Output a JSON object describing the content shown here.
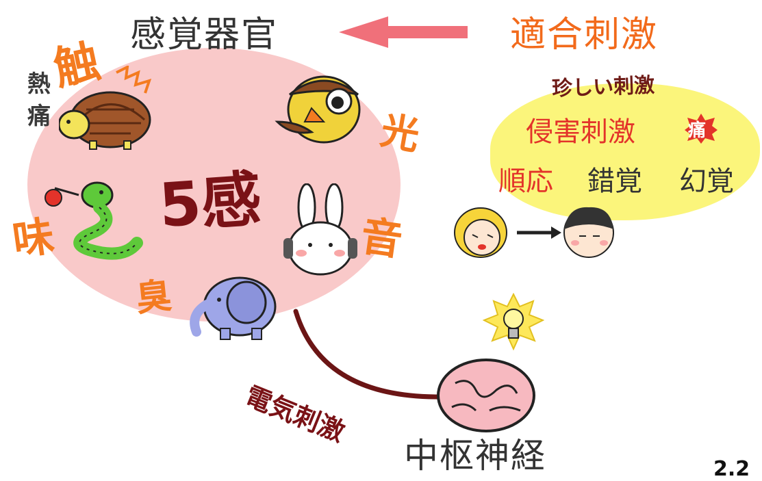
{
  "labels": {
    "sense_organs": "感覚器官",
    "adequate_stimulus": "適合刺激",
    "five_senses": "5感",
    "touch": "触",
    "heat": "熱",
    "pain": "痛",
    "light": "光",
    "taste": "味",
    "sound": "音",
    "smell": "臭",
    "electrical_stimulus": "電気刺激",
    "central_nervous_system": "中枢神経",
    "rare_stimulus": "珍しい刺激",
    "noxious_stimulus": "侵害刺激",
    "pain_badge": "痛",
    "adaptation": "順応",
    "illusion": "錯覚",
    "hallucination": "幻覚",
    "corner_fragment": "2.2"
  },
  "colors": {
    "circle": "#f9c9c9",
    "orange": "#f47b20",
    "red": "#e3332a",
    "dark_red": "#7a1216",
    "yellow": "#fbf57b",
    "arrow": "#f0707a"
  },
  "icons": [
    "armadillo-icon",
    "owl-icon",
    "snake-icon",
    "rabbit-headphones-icon",
    "elephant-icon",
    "brain-icon",
    "lightbulb-icon",
    "blonde-face-icon",
    "calm-face-icon"
  ]
}
